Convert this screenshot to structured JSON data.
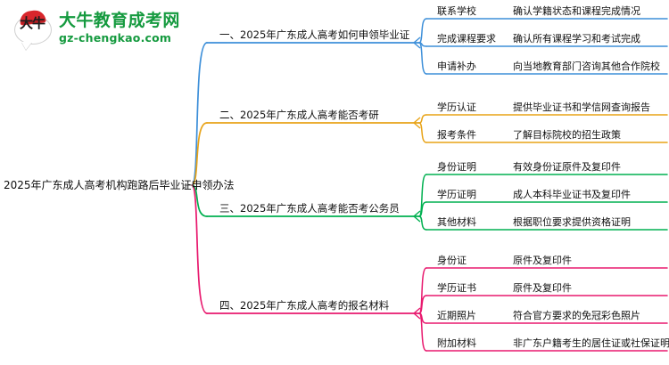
{
  "logo": {
    "mark_text": "大牛",
    "title": "大牛教育成考网",
    "subtitle": "gz-chengkao.com",
    "brand_green": "#159a3f",
    "brand_red": "#d8262c"
  },
  "mindmap": {
    "root": {
      "label": "2025年广东成人高考机构跑路后毕业证申领办法"
    },
    "branches": [
      {
        "index": "一",
        "label": "一、2025年广东成人高考如何申领毕业证",
        "color": "#3d8fd9",
        "leaves": [
          {
            "key": "联系学校",
            "value": "确认学籍状态和课程完成情况"
          },
          {
            "key": "完成课程要求",
            "value": "确认所有课程学习和考试完成"
          },
          {
            "key": "申请补办",
            "value": "向当地教育部门咨询其他合作院校"
          }
        ]
      },
      {
        "index": "二",
        "label": "二、2025年广东成人高考能否考研",
        "color": "#e8a317",
        "leaves": [
          {
            "key": "学历认证",
            "value": "提供毕业证书和学信网查询报告"
          },
          {
            "key": "报考条件",
            "value": "了解目标院校的招生政策"
          }
        ]
      },
      {
        "index": "三",
        "label": "三、2025年广东成人高考能否考公务员",
        "color": "#00b050",
        "leaves": [
          {
            "key": "身份证明",
            "value": "有效身份证原件及复印件"
          },
          {
            "key": "学历证明",
            "value": "成人本科毕业证书及复印件"
          },
          {
            "key": "其他材料",
            "value": "根据职位要求提供资格证明"
          }
        ]
      },
      {
        "index": "四",
        "label": "四、2025年广东成人高考的报名材料",
        "color": "#e8196e",
        "leaves": [
          {
            "key": "身份证",
            "value": "原件及复印件"
          },
          {
            "key": "学历证书",
            "value": "原件及复印件"
          },
          {
            "key": "近期照片",
            "value": "符合官方要求的免冠彩色照片"
          },
          {
            "key": "附加材料",
            "value": "非广东户籍考生的居住证或社保证明"
          }
        ]
      }
    ]
  }
}
